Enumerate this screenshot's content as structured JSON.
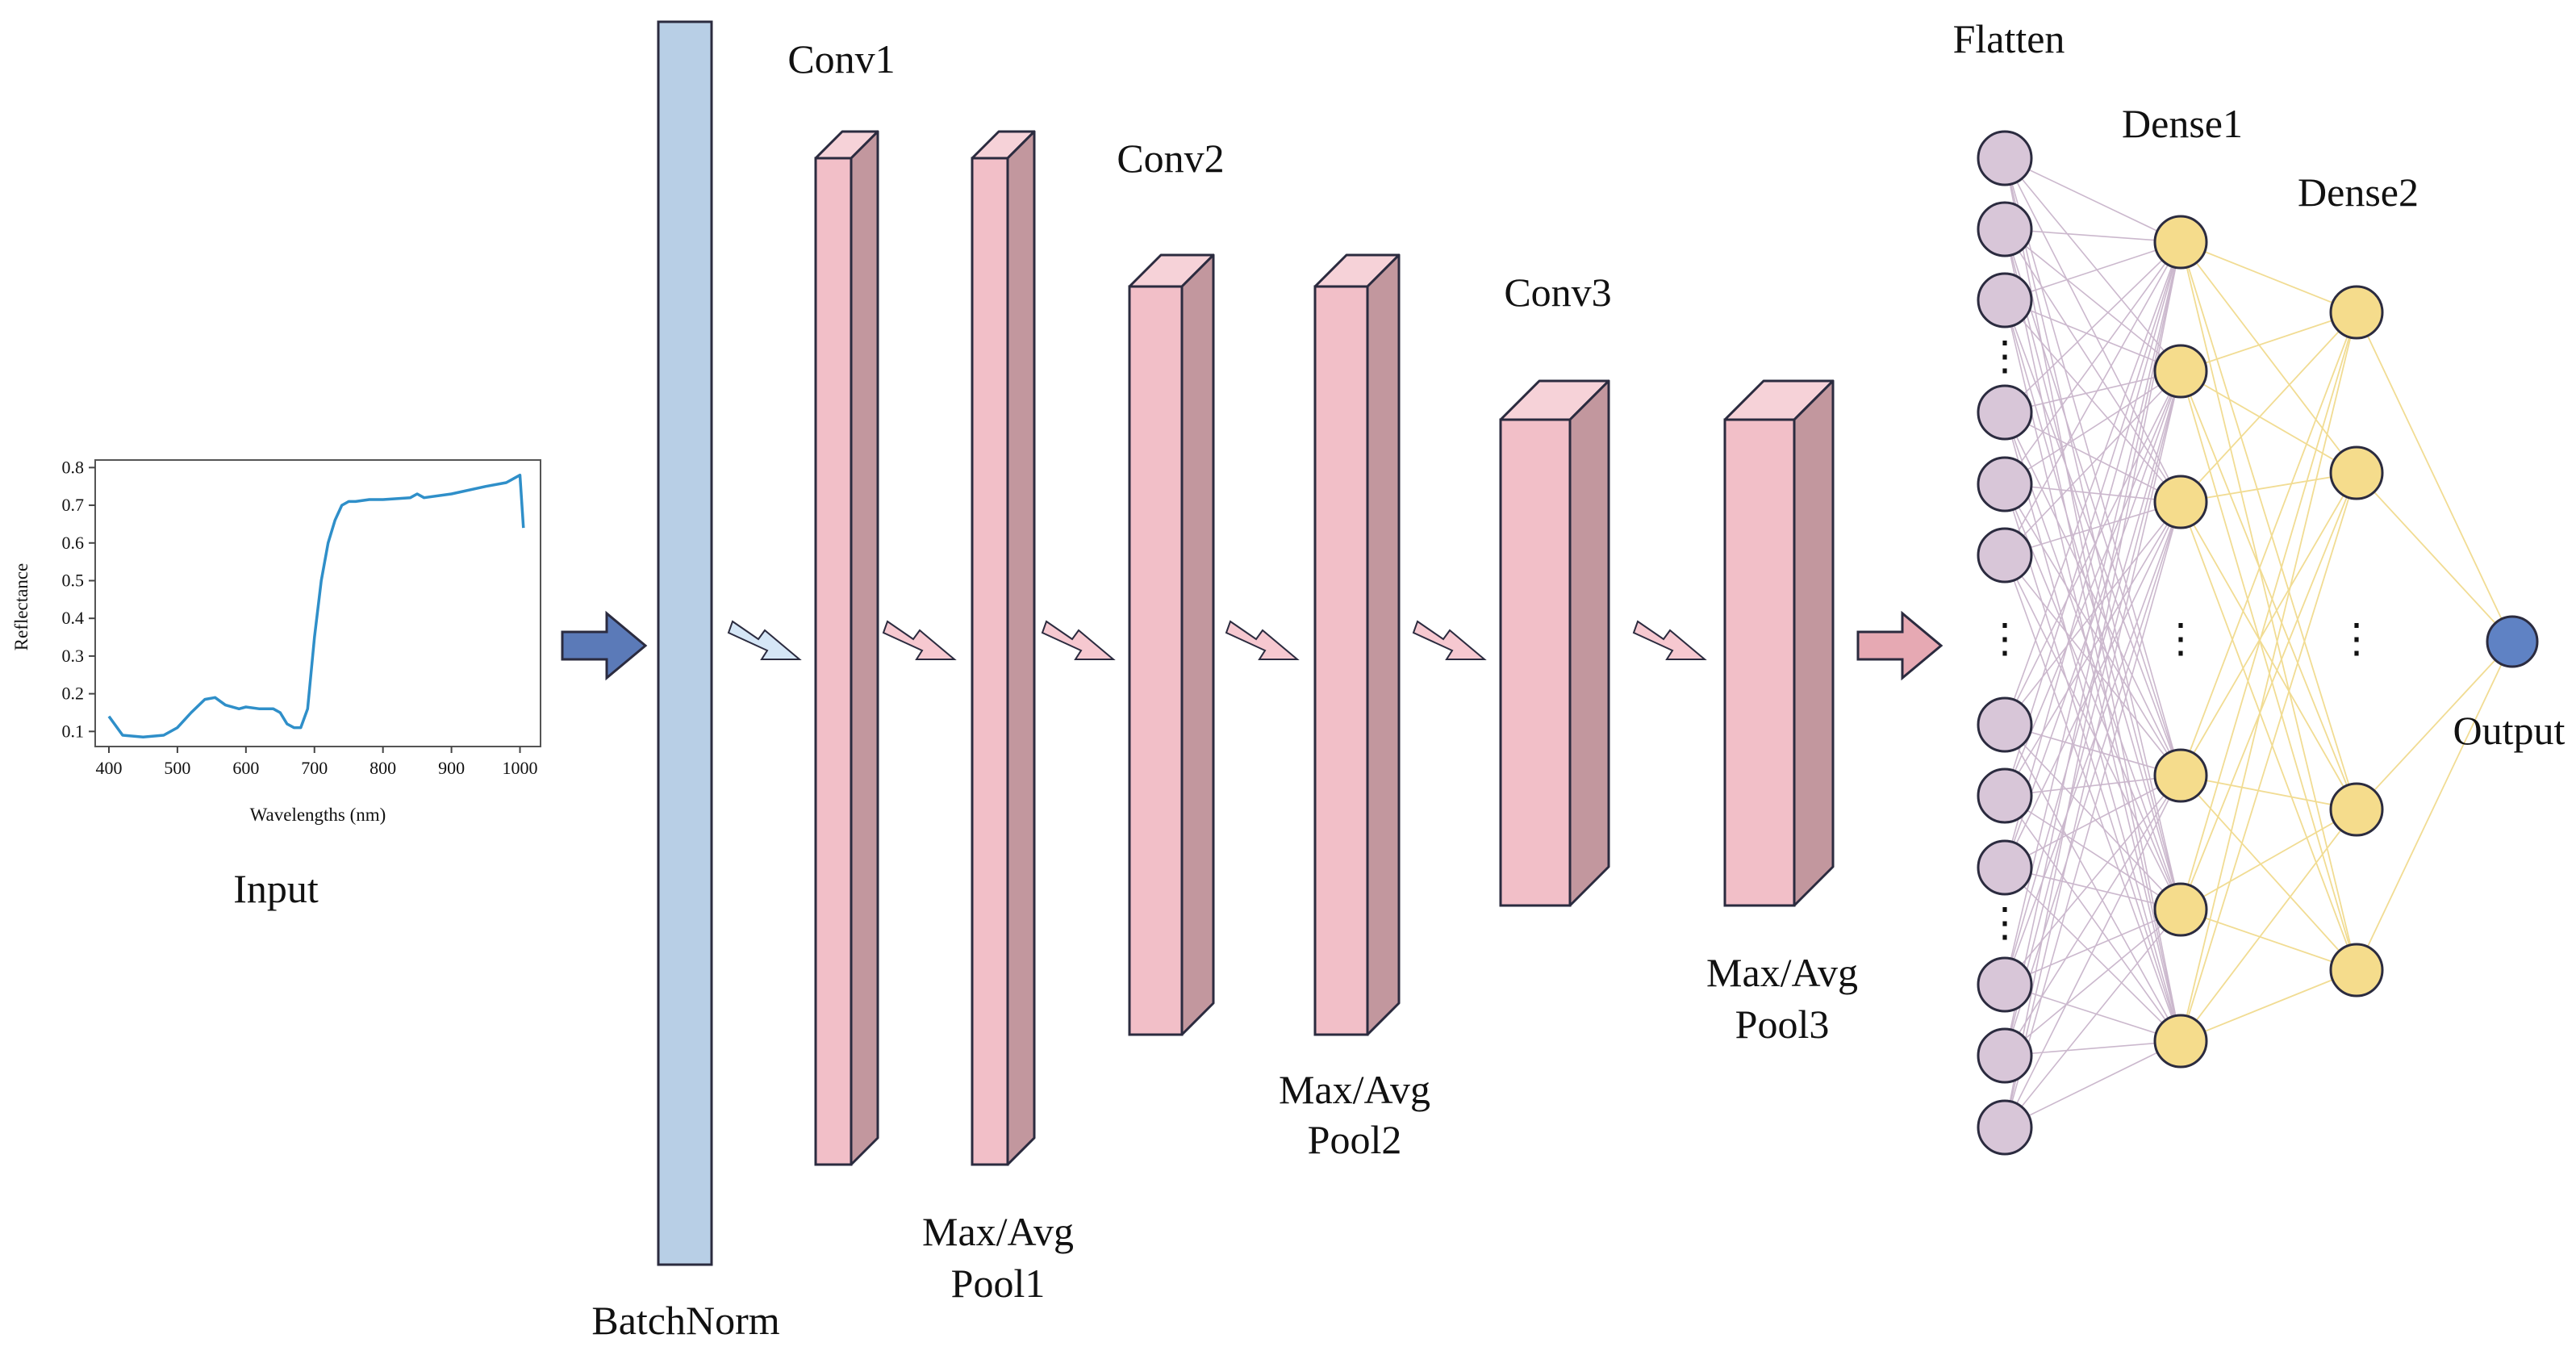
{
  "colors": {
    "batchnorm_fill": "#b8cfe6",
    "conv_front": "#f2bfc8",
    "conv_top": "#f6d2d8",
    "conv_side": "#c2979e",
    "outline": "#2b2b3f",
    "arrow_blue": "#5b7ab8",
    "arrow_light_blue": "#d5e6f6",
    "arrow_pink": "#f6c8d0",
    "arrow_rose": "#e6a9b3",
    "flatten_node": "#d8c6d8",
    "dense_node": "#f5dc8c",
    "output_node": "#5f82c4",
    "flatten_lines": "#cbb8cd",
    "dense_lines": "#f1dc93",
    "spectrum_line": "#2f8fc9"
  },
  "input_plot": {
    "label": "Input",
    "xlabel": "Wavelengths (nm)",
    "ylabel": "Reflectance",
    "xticks": [
      "400",
      "500",
      "600",
      "700",
      "800",
      "900",
      "1000"
    ],
    "yticks": [
      "0.1",
      "0.2",
      "0.3",
      "0.4",
      "0.5",
      "0.6",
      "0.7",
      "0.8"
    ]
  },
  "chart_data": {
    "type": "line",
    "xlabel": "Wavelengths (nm)",
    "ylabel": "Reflectance",
    "xlim": [
      380,
      1030
    ],
    "ylim": [
      0.06,
      0.82
    ],
    "x": [
      400,
      420,
      450,
      480,
      500,
      520,
      540,
      555,
      570,
      590,
      600,
      620,
      640,
      650,
      660,
      670,
      680,
      690,
      700,
      710,
      720,
      730,
      740,
      750,
      760,
      780,
      800,
      840,
      850,
      860,
      900,
      950,
      980,
      1000,
      1005
    ],
    "series": [
      {
        "values": [
          0.14,
          0.09,
          0.085,
          0.09,
          0.11,
          0.15,
          0.185,
          0.19,
          0.17,
          0.16,
          0.165,
          0.16,
          0.16,
          0.15,
          0.12,
          0.11,
          0.11,
          0.16,
          0.35,
          0.5,
          0.6,
          0.66,
          0.7,
          0.71,
          0.71,
          0.715,
          0.715,
          0.72,
          0.73,
          0.72,
          0.73,
          0.75,
          0.76,
          0.78,
          0.64
        ]
      }
    ]
  },
  "layers": {
    "batchnorm": "BatchNorm",
    "conv1": "Conv1",
    "pool1_line1": "Max/Avg",
    "pool1_line2": "Pool1",
    "conv2": "Conv2",
    "pool2_line1": "Max/Avg",
    "pool2_line2": "Pool2",
    "conv3": "Conv3",
    "pool3_line1": "Max/Avg",
    "pool3_line2": "Pool3",
    "flatten": "Flatten",
    "dense1": "Dense1",
    "dense2": "Dense2",
    "output": "Output"
  },
  "ellipsis": "⋮"
}
